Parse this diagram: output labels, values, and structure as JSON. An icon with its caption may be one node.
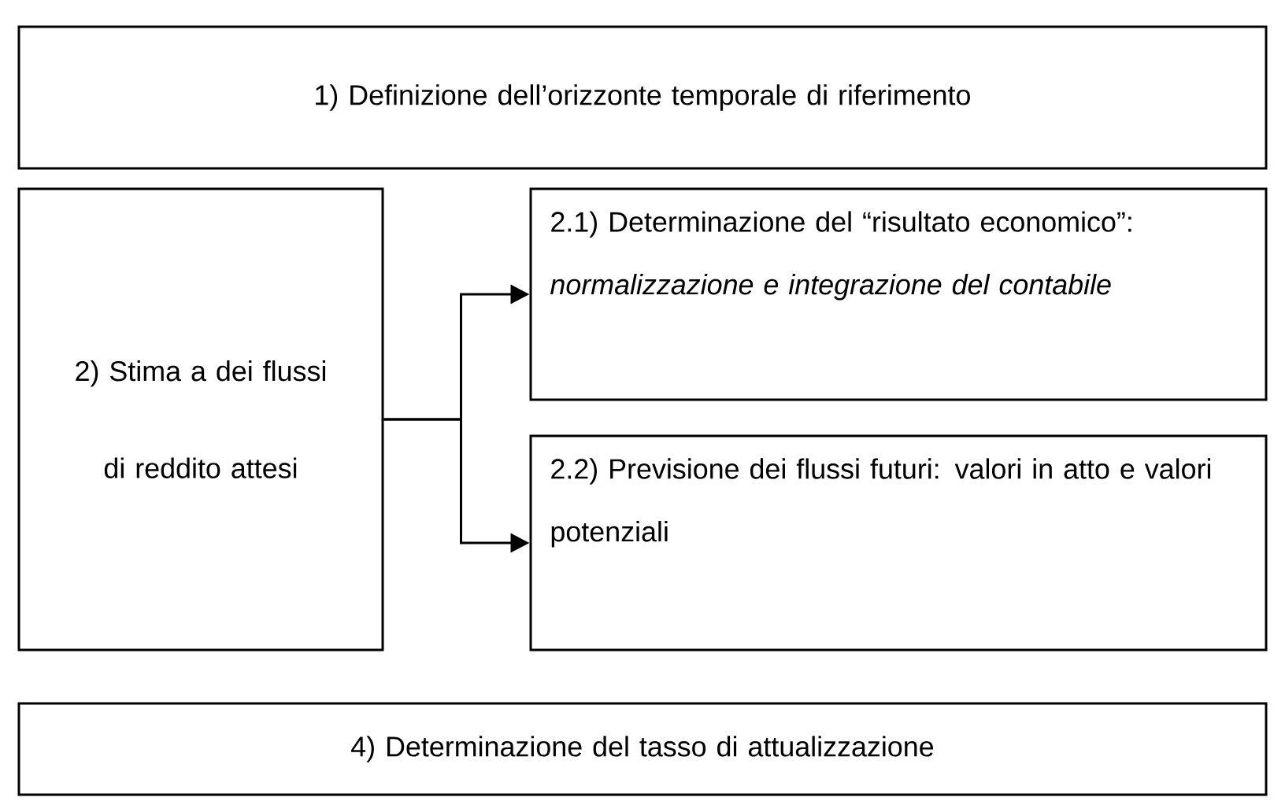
{
  "diagram": {
    "nodes": [
      {
        "text": [
          "1) Definizione dell’orizzonte temporale di riferimento"
        ]
      },
      {
        "text": [
          "2) Stima a dei flussi di reddito attesi"
        ]
      },
      {
        "text": [
          "2.1) Determinazione del “risultato economico”: *normalizzazione e integrazione del contabile*"
        ]
      },
      {
        "text": [
          "2.2) Previsione dei flussi futuri: valori in atto e valori potenziali"
        ]
      },
      {
        "text": [
          "4) Determinazione del tasso di attualizzazione"
        ]
      }
    ],
    "edges": [
      {
        "from": 1,
        "to": 2,
        "arrow": "to"
      },
      {
        "from": 1,
        "to": 3,
        "arrow": "to"
      }
    ]
  }
}
